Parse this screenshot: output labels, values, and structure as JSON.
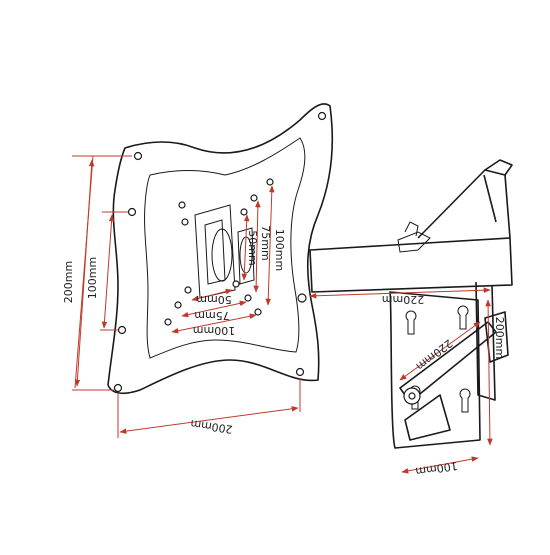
{
  "dimensions": {
    "plate_width": "200mm",
    "plate_height": "200mm",
    "inner_height_100": "100mm",
    "vertical_100": "100mm",
    "vertical_75": "75mm",
    "vertical_50": "50mm",
    "horizontal_50": "50mm",
    "horizontal_75": "75mm",
    "horizontal_100": "100mm",
    "arm_length": "220mm",
    "arm_diagonal": "220mm",
    "wallplate_height": "200mm",
    "wallplate_width": "100mm"
  },
  "colors": {
    "dimension": "#c0392b",
    "outline": "#1a1a1a"
  }
}
